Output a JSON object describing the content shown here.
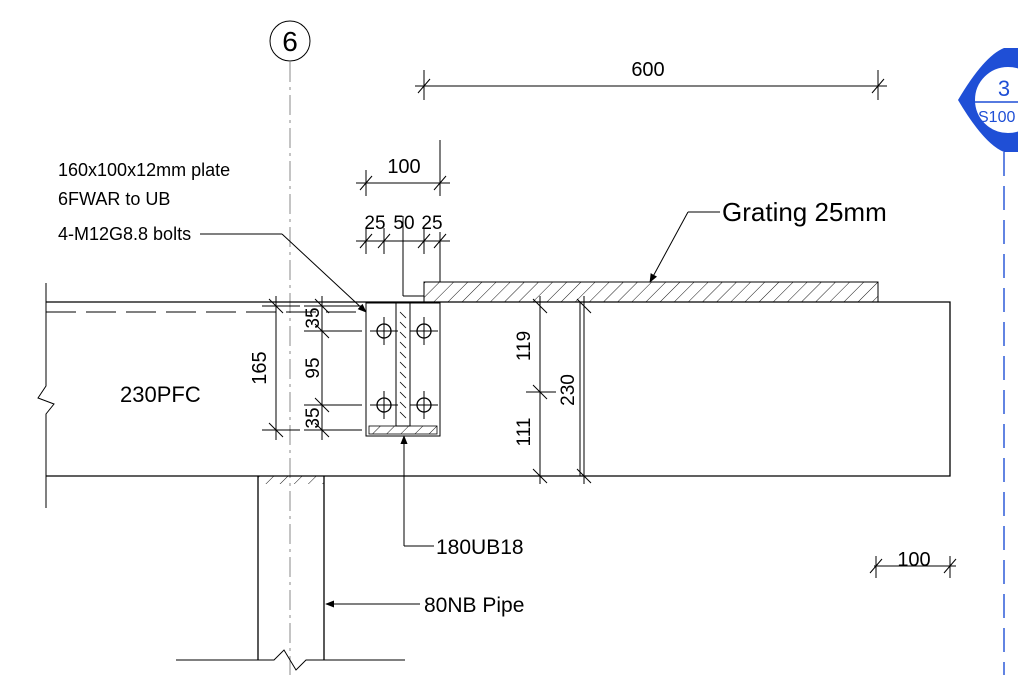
{
  "grid": {
    "label": "6"
  },
  "section_marker": {
    "number": "3",
    "sheet": "S100",
    "color": "#1f4fd6"
  },
  "dimensions": {
    "d600": "600",
    "d100_top": "100",
    "d25_left": "25",
    "d50": "50",
    "d25_right": "25",
    "d165": "165",
    "d35_top": "35",
    "d95": "95",
    "d35_bottom": "35",
    "d119": "119",
    "d111": "111",
    "d230": "230",
    "d100_right": "100"
  },
  "labels": {
    "plate_line1": "160x100x12mm plate",
    "plate_line2": "6FWAR to UB",
    "plate_line3": "4-M12G8.8 bolts",
    "grating": "Grating 25mm",
    "channel": "230PFC",
    "ub": "180UB18",
    "pipe": "80NB Pipe"
  }
}
